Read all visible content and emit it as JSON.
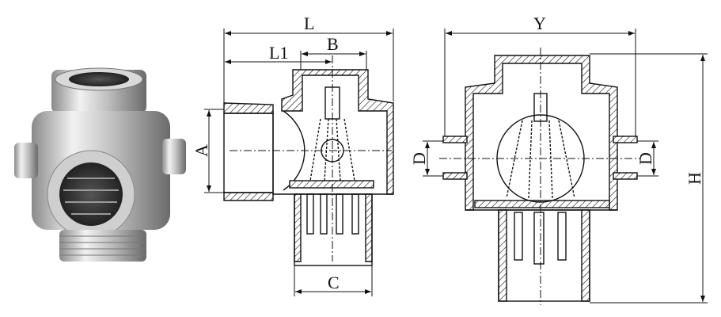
{
  "drawing_side": {
    "labels": {
      "L": "L",
      "L1": "L1",
      "B": "B",
      "A": "A",
      "C": "C"
    }
  },
  "drawing_front": {
    "labels": {
      "Y": "Y",
      "D_left": "D",
      "D_right": "D",
      "H": "H"
    }
  },
  "colors": {
    "line": "#111111",
    "metal_light": "#e6e6e6",
    "metal_dark": "#6f6f6f"
  }
}
